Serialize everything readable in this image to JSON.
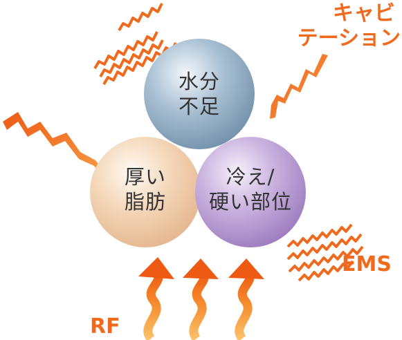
{
  "diagram": {
    "circles": {
      "top": {
        "line1": "水分",
        "line2": "不足"
      },
      "left": {
        "line1": "厚い",
        "line2": "脂肪"
      },
      "right": {
        "line1": "冷え/",
        "line2": "硬い部位"
      }
    },
    "labels": {
      "cavitation_line1": "キャビ",
      "cavitation_line2": "テーション",
      "ems": "EMS",
      "rf": "RF"
    }
  },
  "colors": {
    "orange": "#f06a1e",
    "blue": "#7f9db5",
    "peach": "#f0cfac",
    "purple": "#b79bd0"
  }
}
